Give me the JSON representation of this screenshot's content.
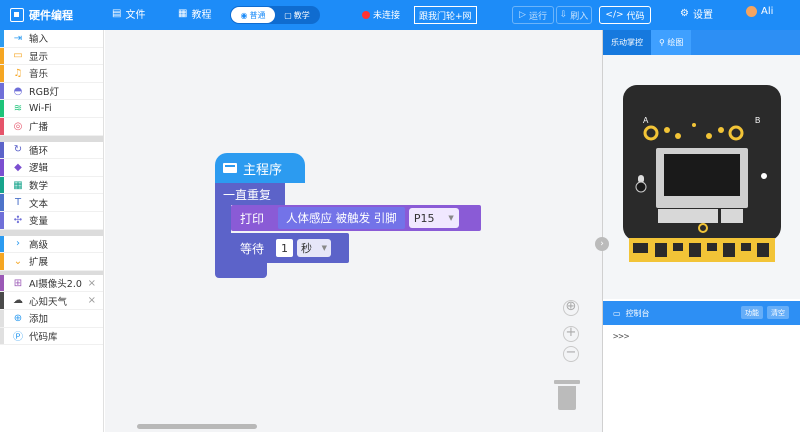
{
  "header": {
    "brand": "硬件编程",
    "file": "文件",
    "tutorial": "教程",
    "mode_normal": "普通",
    "mode_teach": "教学",
    "connection_status": "未连接",
    "port_button": "跟我门轮+网",
    "run": "运行",
    "flash": "刷入",
    "code": "代码",
    "settings": "设置",
    "user": "Ali"
  },
  "sidebar": {
    "group1": [
      {
        "label": "输入",
        "color": "#2c9bf0",
        "icon": "input-icon"
      },
      {
        "label": "显示",
        "color": "#f5a623",
        "icon": "display-icon"
      },
      {
        "label": "音乐",
        "color": "#f5a623",
        "icon": "music-icon"
      },
      {
        "label": "RGB灯",
        "color": "#6f6fd8",
        "icon": "bulb-icon"
      },
      {
        "label": "Wi-Fi",
        "color": "#1ec47a",
        "icon": "wifi-icon"
      },
      {
        "label": "广播",
        "color": "#e5546a",
        "icon": "broadcast-icon"
      }
    ],
    "group2": [
      {
        "label": "循环",
        "color": "#5c63c9",
        "icon": "loop-icon"
      },
      {
        "label": "逻辑",
        "color": "#7b4fd0",
        "icon": "logic-icon"
      },
      {
        "label": "数学",
        "color": "#17a48c",
        "icon": "math-icon"
      },
      {
        "label": "文本",
        "color": "#4d73c9",
        "icon": "text-icon"
      },
      {
        "label": "变量",
        "color": "#6f6fd8",
        "icon": "variable-icon"
      }
    ],
    "group3": [
      {
        "label": "高级",
        "color": "#2c9bf0",
        "icon": "chevron-right-icon"
      },
      {
        "label": "扩展",
        "color": "#f5a623",
        "icon": "chevron-down-icon"
      }
    ],
    "group4": [
      {
        "label": "AI摄像头2.0",
        "color": "#9b59b6",
        "icon": "camera-icon",
        "closable": true
      },
      {
        "label": "心知天气",
        "color": "#4a4a4a",
        "icon": "weather-icon",
        "closable": true
      },
      {
        "label": "添加",
        "color": "#e0e0e0",
        "icon": "plus-icon",
        "closable": false
      },
      {
        "label": "代码库",
        "color": "#e0e0e0",
        "icon": "library-icon",
        "closable": false
      }
    ]
  },
  "blocks": {
    "main": "主程序",
    "forever": "一直重复",
    "print": "打印",
    "sensor": "人体感应 被触发 引脚",
    "pin": "P15",
    "wait": "等待",
    "wait_value": "1",
    "wait_unit": "秒"
  },
  "panel": {
    "tab_active": "乐动掌控",
    "tab_draw": "绘图",
    "console_title": "控制台",
    "console_btn1": "功能",
    "console_btn2": "清空",
    "console_prompt": ">>>"
  },
  "colors": {
    "topbar": "#1d8cf8",
    "hat_block": "#2c9bf0",
    "loop_block": "#5c63c9",
    "print_block": "#8a5bd6",
    "sensor_block": "#7373e8",
    "board_gold": "#f2c437"
  }
}
